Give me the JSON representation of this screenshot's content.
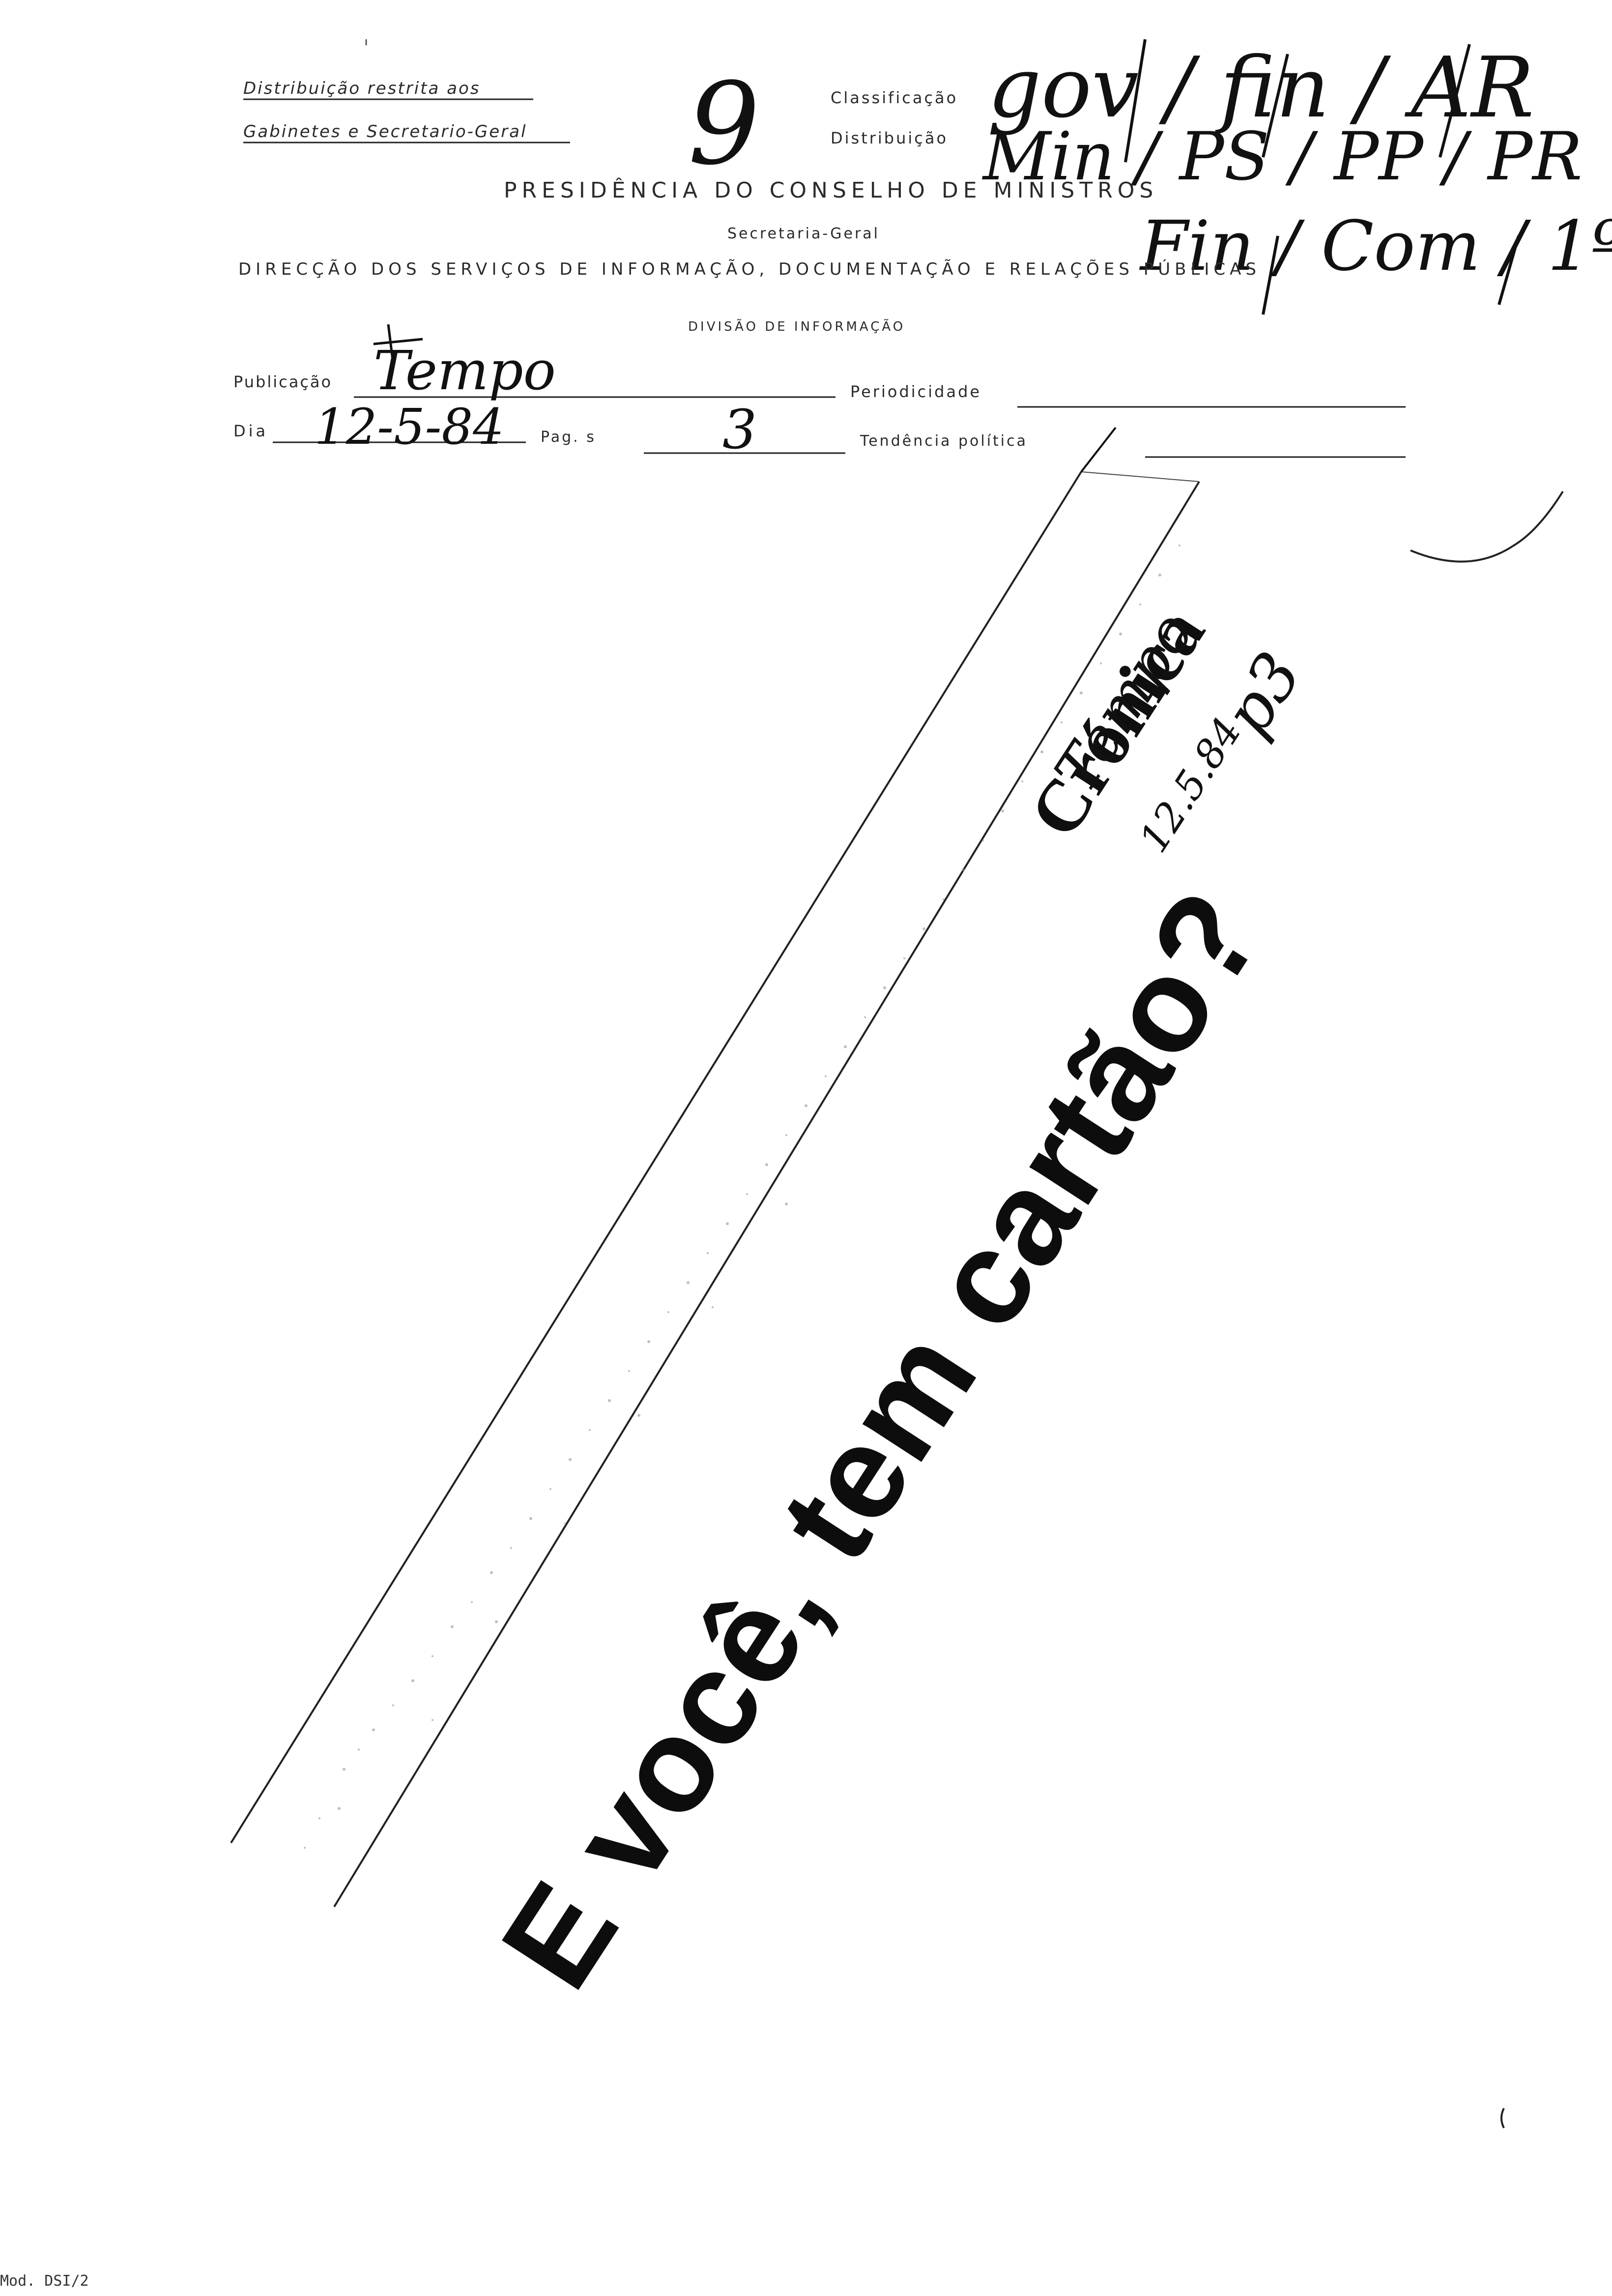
{
  "form": {
    "distribution_line1": "Distribuição restrita aos",
    "distribution_line2": "Gabinetes e Secretario-Geral",
    "classification_label": "Classificação",
    "distribution_label": "Distribuição",
    "header_title": "PRESIDÊNCIA DO CONSELHO DE MINISTROS",
    "header_sub": "Secretaria-Geral",
    "directorate": "DIRECÇÃO DOS SERVIÇOS DE INFORMAÇÃO, DOCUMENTAÇÃO E RELAÇÕES PÚBLICAS",
    "division": "DIVISÃO DE INFORMAÇÃO",
    "publication_label": "Publicação",
    "periodicity_label": "Periodicidade",
    "day_label": "Dia",
    "page_label": "Pag. s",
    "tendency_label": "Tendência política"
  },
  "handwriting": {
    "number": "9",
    "classification_value": "gov / fin / AR",
    "distribution_value": "Min / PS / PP / PR",
    "extra_value": "Fin / Com / 1º",
    "publication_value": "Tempo",
    "day_value": "12-5-84",
    "page_value": "3",
    "clip_note_1": "Tempo",
    "clip_note_2": "12.5.84",
    "clip_note_3": "p3"
  },
  "clipping": {
    "section": "Crónica",
    "headline": "E você, tem cartão?"
  },
  "footer": {
    "model_code": "Mod. DSI/2"
  }
}
